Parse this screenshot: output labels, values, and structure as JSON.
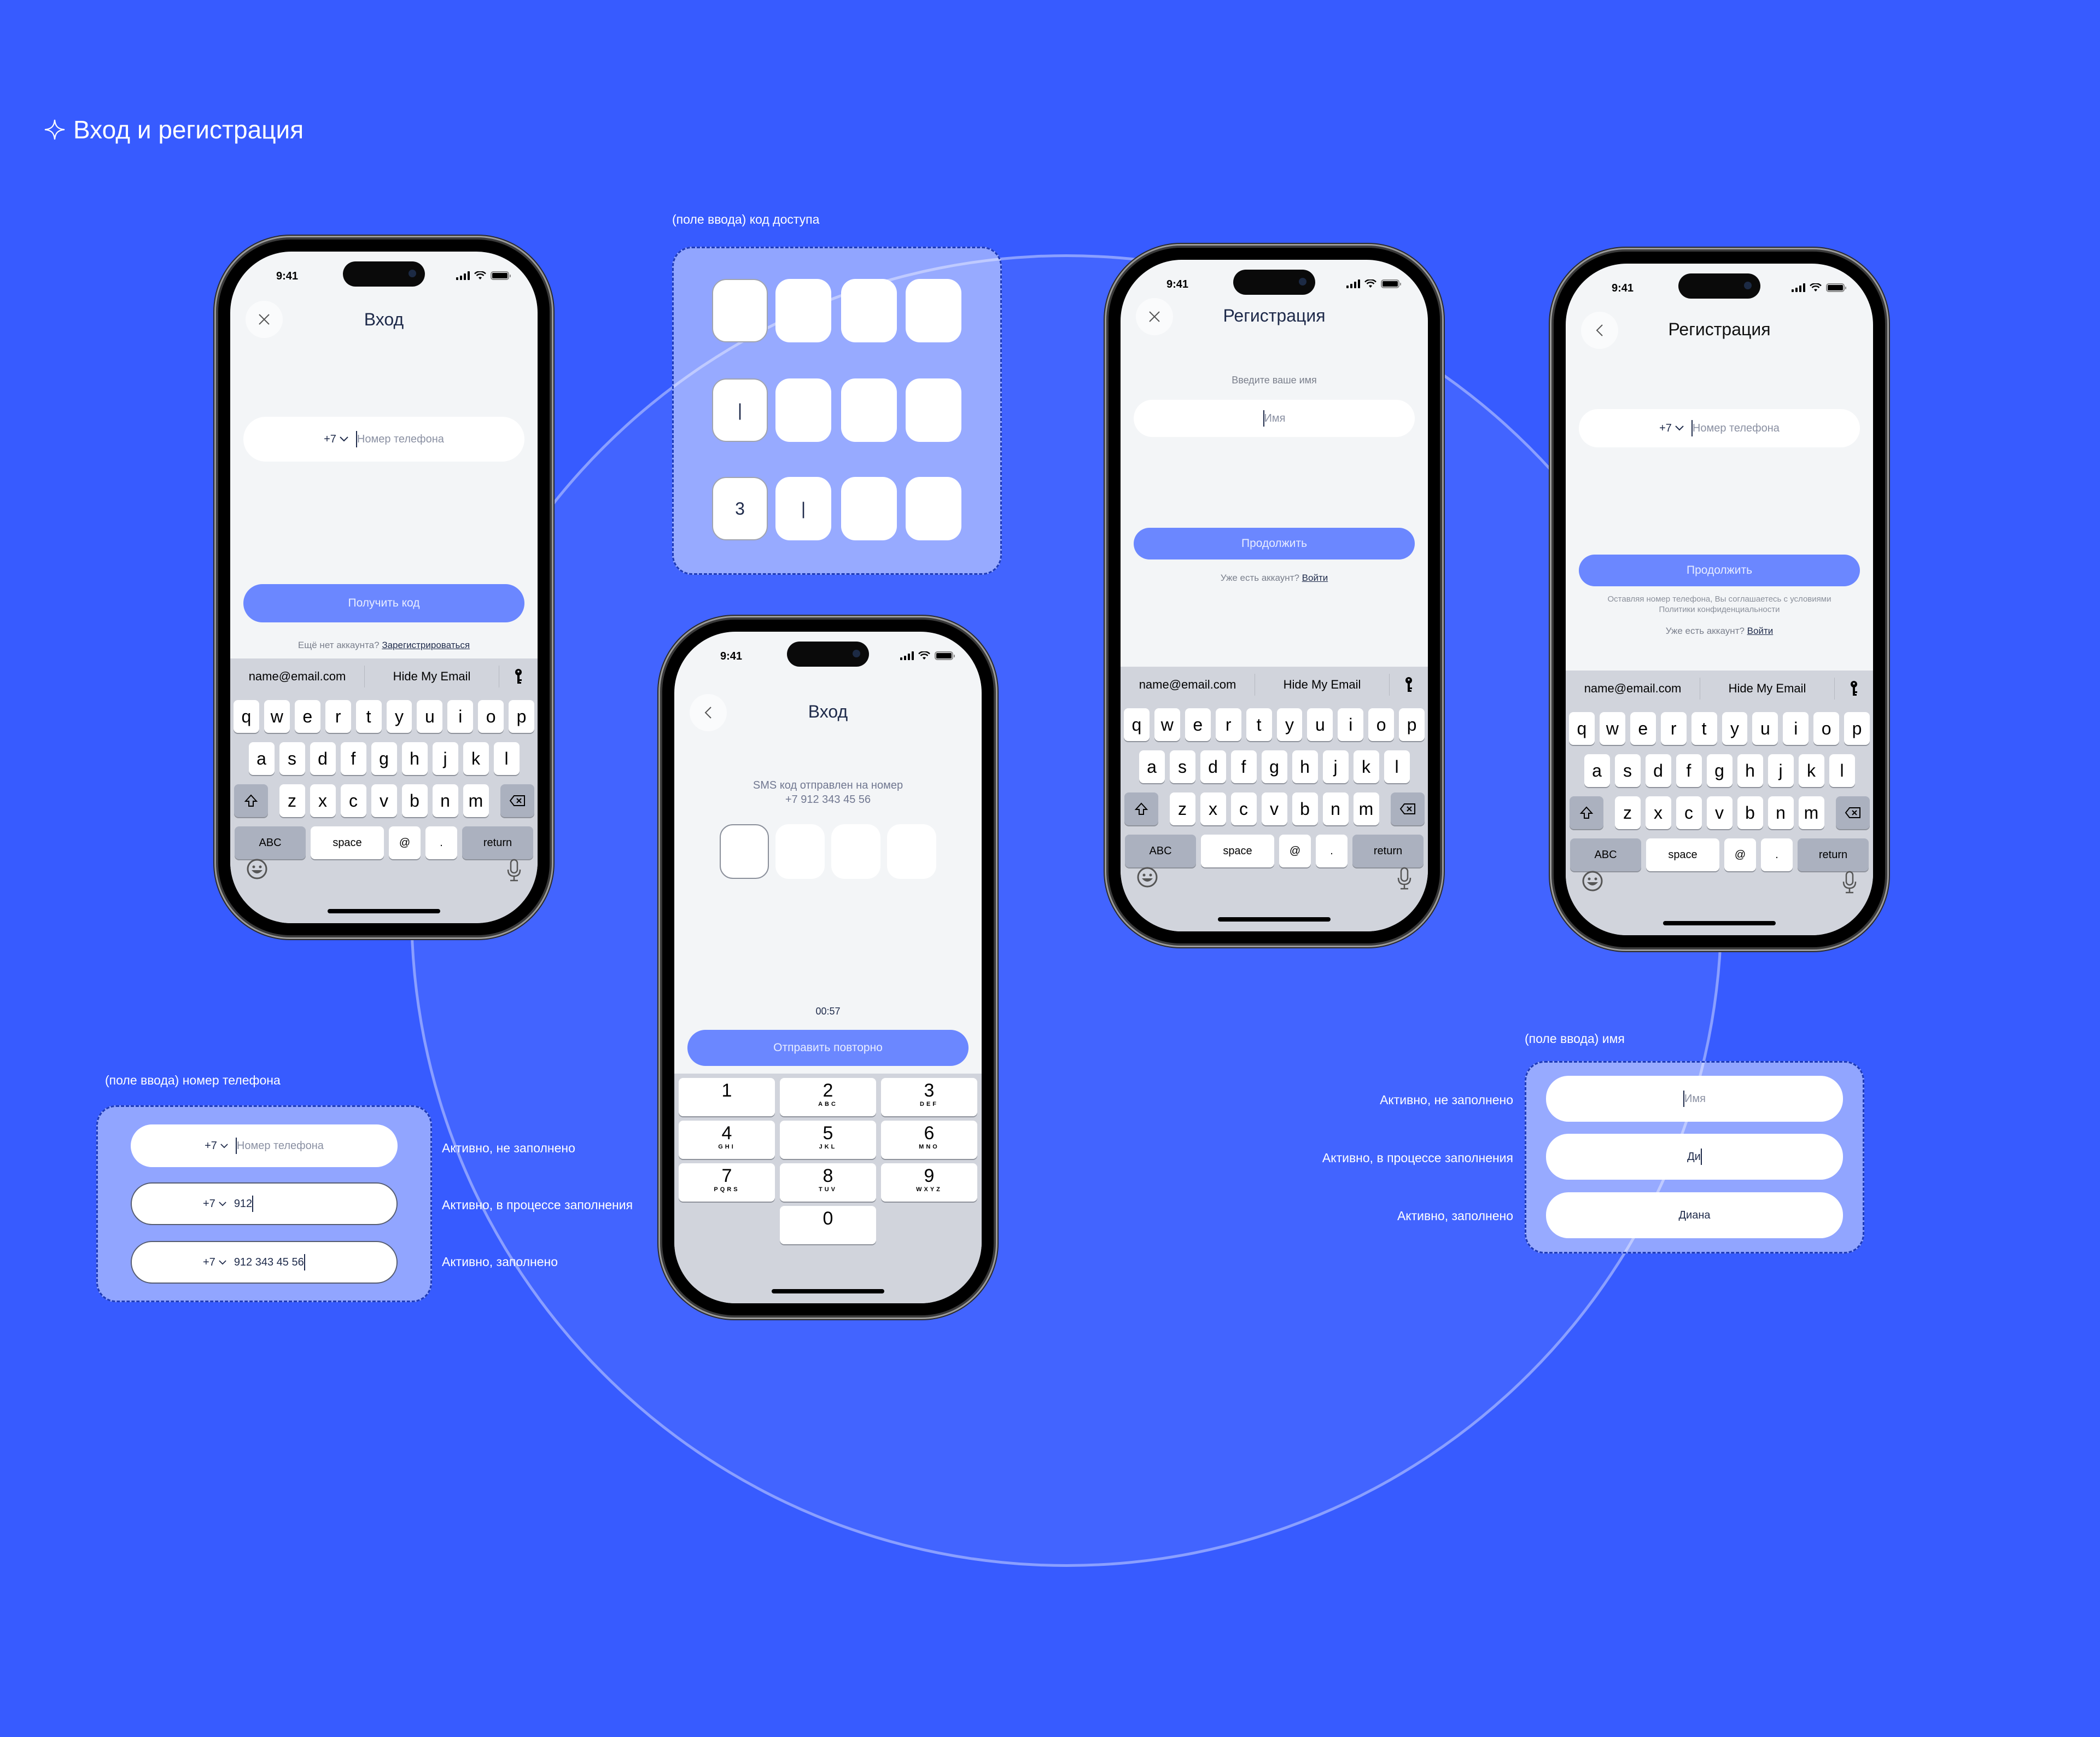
{
  "page": {
    "title": "Вход и регистрация",
    "colors": {
      "background": "#375BFF",
      "primary_button": "#6B87FF",
      "screen": "#F3F5F7",
      "text_dark": "#1E2A4A"
    }
  },
  "status_bar": {
    "time": "9:41"
  },
  "keyboard": {
    "suggestions": [
      "name@email.com",
      "Hide My Email"
    ],
    "row1": [
      "q",
      "w",
      "e",
      "r",
      "t",
      "y",
      "u",
      "i",
      "o",
      "p"
    ],
    "row2": [
      "a",
      "s",
      "d",
      "f",
      "g",
      "h",
      "j",
      "k",
      "l"
    ],
    "row3": [
      "z",
      "x",
      "c",
      "v",
      "b",
      "n",
      "m"
    ],
    "abc": "ABC",
    "space": "space",
    "at": "@",
    "dot": ".",
    "return": "return"
  },
  "numpad": {
    "keys": [
      {
        "d": "1",
        "l": ""
      },
      {
        "d": "2",
        "l": "ABC"
      },
      {
        "d": "3",
        "l": "DEF"
      },
      {
        "d": "4",
        "l": "GHI"
      },
      {
        "d": "5",
        "l": "JKL"
      },
      {
        "d": "6",
        "l": "MNO"
      },
      {
        "d": "7",
        "l": "PQRS"
      },
      {
        "d": "8",
        "l": "TUV"
      },
      {
        "d": "9",
        "l": "WXYZ"
      },
      {
        "d": "0",
        "l": ""
      }
    ]
  },
  "login_screen": {
    "title": "Вход",
    "country_code": "+7",
    "phone_placeholder": "Номер телефона",
    "submit": "Получить код",
    "no_account": "Ещё нет аккаунта?",
    "register_link": "Зарегистрироваться"
  },
  "sms_screen": {
    "title": "Вход",
    "message_line1": "SMS код отправлен на номер",
    "message_line2": "+7 912 343 45 56",
    "timer": "00:57",
    "resend": "Отправить повторно"
  },
  "register_name_screen": {
    "title": "Регистрация",
    "prompt": "Введите ваше имя",
    "name_placeholder": "Имя",
    "submit": "Продолжить",
    "has_account": "Уже есть аккаунт?",
    "login_link": "Войти"
  },
  "register_phone_screen": {
    "title": "Регистрация",
    "country_code": "+7",
    "phone_placeholder": "Номер телефона",
    "submit": "Продолжить",
    "consent_line1": "Оставляя номер телефона, Вы соглашаетесь с условиями",
    "consent_line2": "Политики конфиденциальности",
    "has_account": "Уже есть аккаунт?",
    "login_link": "Войти"
  },
  "code_panel": {
    "label": "(поле ввода) код доступа",
    "rows": [
      [
        "",
        "",
        "",
        ""
      ],
      [
        "|",
        "",
        "",
        ""
      ],
      [
        "3",
        "|",
        "",
        ""
      ]
    ]
  },
  "phone_panel": {
    "label": "(поле ввода) номер телефона",
    "states": [
      {
        "prefix": "+7",
        "value": "",
        "placeholder": "Номер телефона",
        "caption": "Активно, не заполнено"
      },
      {
        "prefix": "+7",
        "value": "912",
        "placeholder": "",
        "caption": "Активно, в процессе заполнения"
      },
      {
        "prefix": "+7",
        "value": "912 343 45 56",
        "placeholder": "",
        "caption": "Активно, заполнено"
      }
    ]
  },
  "name_panel": {
    "label": "(поле ввода) имя",
    "states": [
      {
        "value": "",
        "placeholder": "Имя",
        "caption": "Активно, не заполнено"
      },
      {
        "value": "Ди",
        "placeholder": "",
        "caption": "Активно, в процессе заполнения"
      },
      {
        "value": "Диана",
        "placeholder": "",
        "caption": "Активно, заполнено"
      }
    ]
  }
}
